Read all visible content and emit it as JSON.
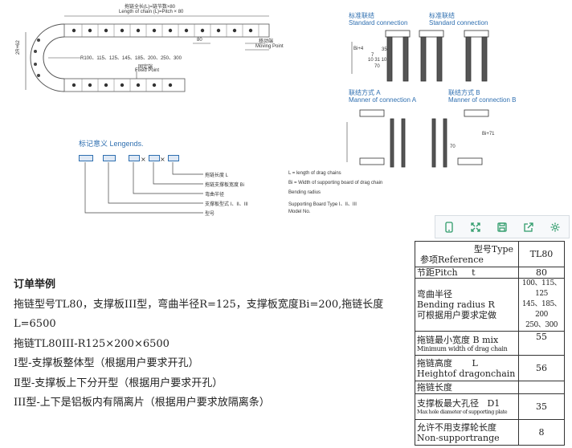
{
  "drawing": {
    "total_length": "拖链全长(L)=链节数×80",
    "length_formula": "Length of chain (L)=Pitch × 80",
    "height_dim": "2R+62",
    "pitch_80": "80",
    "radii": "R100、115、125、145、185、200、250、300",
    "fixed_point_cn": "固定端",
    "fixed_point_en": "Fixed Point",
    "moving_point_cn": "移动端",
    "moving_point_en": "Moving Point",
    "std_conn_cn": "标准联结",
    "std_conn_en": "Standard connection",
    "conn_a_cn": "联结方式 A",
    "conn_a_en": "Manner of connection A",
    "conn_b_cn": "联结方式 B",
    "conn_b_en": "Manner of connection B",
    "dim_bi4": "Bi+4",
    "dim_7": "7",
    "dim_35": "35",
    "dim_10_31_10": "10  31  10",
    "dim_70": "70",
    "dim_bi71": "Bi+71"
  },
  "legend": {
    "title": "标记意义 Lengends.",
    "rows": [
      {
        "cn": "拖链长度 L",
        "en": "L = length of drag chains"
      },
      {
        "cn": "拖链支撑板宽度 Bi",
        "en": "Bi = Width of supporting board of drag chain"
      },
      {
        "cn": "弯曲半径",
        "en": "Bending radius"
      },
      {
        "cn": "支撑板型式 I、II、III",
        "en": "Supporting Board Type I、II、III"
      },
      {
        "cn": "型号",
        "en": "Model No."
      }
    ]
  },
  "order": {
    "heading": "订单举例",
    "line1": "拖链型号TL80，支撑板III型，弯曲半径R=125，支撑板宽度Bi=200,拖链长度",
    "line2": "L=6500",
    "line3": "拖链TL80III-R125×200×6500",
    "type1": "Ⅰ型-支撑板整体型（根据用户要求开孔）",
    "type2": "Ⅱ型-支撑板上下分开型（根据用户要求开孔）",
    "type3": "III型-上下是铝板内有隔离片（根据用户要求放隔离条）"
  },
  "toolbar": {
    "buttons": [
      "phone-icon",
      "expand-icon",
      "save-icon",
      "share-icon",
      "settings-icon"
    ]
  },
  "spec": {
    "r1_label_a": "型号Type",
    "r1_label_b": "参项Reference",
    "r1_val": "TL80",
    "r2_label": "节距Pitch     t",
    "r2_val": "80",
    "r3_label_a": "弯曲半径",
    "r3_label_b": "Bending radius R",
    "r3_label_c": "可根据用户要求定做",
    "r3_val_a": "100、115、125",
    "r3_val_b": "145、185、200",
    "r3_val_c": "250、300",
    "r4_label_a": "拖链最小宽度 B mix",
    "r4_label_b": "Minimum width of drag chain",
    "r4_val": "55",
    "r5_label_a": "拖链高度       L",
    "r5_label_b": "Heightof dragonchain",
    "r5_val": "56",
    "r6_label": "拖链长度",
    "r6_val": "",
    "r7_label_a": "支撑板最大孔径   D1",
    "r7_label_b": "Max hole diameter of supporting plate",
    "r7_val": "35",
    "r8_label_a": "允许不用支撑轮长度",
    "r8_label_b": "Non-supportrange",
    "r8_val": "8"
  }
}
